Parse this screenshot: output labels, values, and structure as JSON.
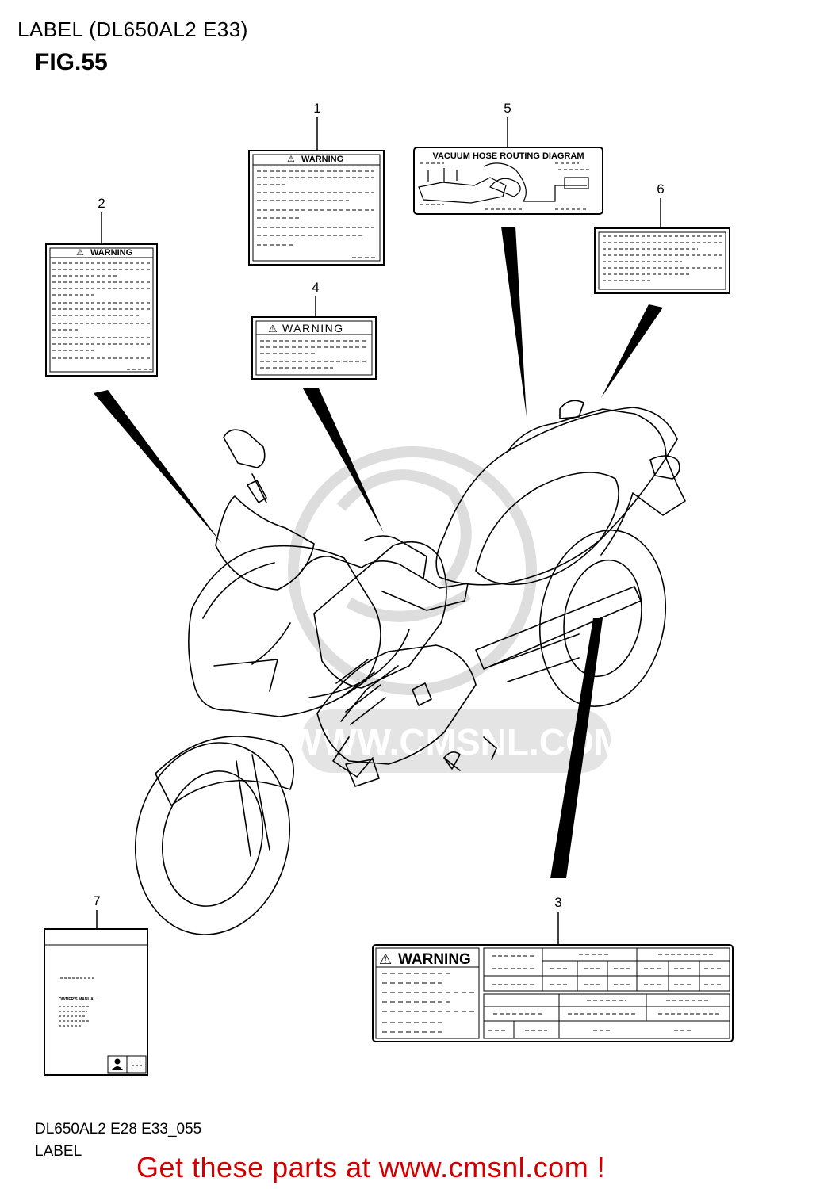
{
  "header": {
    "title": "LABEL (DL650AL2 E33)"
  },
  "figure": {
    "label": "FIG.55"
  },
  "callouts": [
    {
      "number": "1",
      "text": "WARNING"
    },
    {
      "number": "2",
      "text": "WARNING"
    },
    {
      "number": "3",
      "text": "WARNING"
    },
    {
      "number": "4",
      "text": "WARNING"
    },
    {
      "number": "5",
      "text": "VACUUM HOSE ROUTING DIAGRAM"
    },
    {
      "number": "6",
      "text": ""
    },
    {
      "number": "7",
      "text": "OWNER'S MANUAL"
    }
  ],
  "watermark": {
    "text": "WWW.CMSNL.COM"
  },
  "footer": {
    "code": "DL650AL2 E28 E33_055",
    "name": "LABEL"
  },
  "cta": {
    "text": "Get these parts at www.cmsnl.com !",
    "color": "#d10000"
  }
}
